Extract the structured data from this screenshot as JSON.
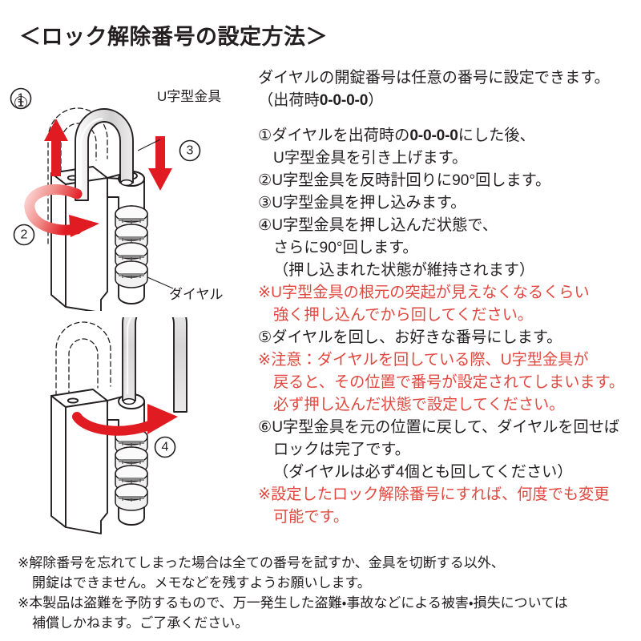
{
  "title": "＜ロック解除番号の設定方法＞",
  "colors": {
    "text": "#231f20",
    "red_text": "#e0483f",
    "arrow_red": "#e11b22",
    "arrow_red_light": "#f6b6b3",
    "metal_gray": "#dcdcdc",
    "body_white": "#ffffff",
    "outline": "#231f20"
  },
  "figures": {
    "top": {
      "name": "padlock-step-1-2-3",
      "labels": {
        "shackle": "U字型金具",
        "dial": "ダイヤル"
      },
      "callouts": [
        {
          "id": "step-1",
          "marker": "①",
          "arrow": "up",
          "meaning": "pull shackle up"
        },
        {
          "id": "step-2",
          "marker": "②",
          "arrow": "rotate-ccw",
          "meaning": "rotate shackle 90 degrees counter-clockwise"
        },
        {
          "id": "step-3",
          "marker": "③",
          "arrow": "down",
          "meaning": "push shackle down"
        }
      ],
      "dial_count": 4
    },
    "bottom": {
      "name": "padlock-step-4",
      "callouts": [
        {
          "id": "step-4",
          "marker": "④",
          "arrow": "rotate-cw",
          "meaning": "rotate a further 90 degrees while pressed in"
        }
      ],
      "dial_count": 4
    }
  },
  "instructions": {
    "intro": {
      "line1": "ダイヤルの開錠番号は任意の番号に設定できます。",
      "line2_pre": "（出荷時",
      "line2_code": "0-0-0-0",
      "line2_post": "）"
    },
    "steps": [
      {
        "marker": "①",
        "line_pre": "ダイヤルを出荷時の",
        "code": "0-0-0-0",
        "line_post": "にした後、",
        "cont": [
          "U字型金具を引き上げます。"
        ]
      },
      {
        "marker": "②",
        "line_pre": "U字型金具を反時計回りに90°回します。",
        "code": "",
        "line_post": "",
        "cont": []
      },
      {
        "marker": "③",
        "line_pre": "U字型金具を押し込みます。",
        "code": "",
        "line_post": "",
        "cont": []
      },
      {
        "marker": "④",
        "line_pre": "U字型金具を押し込んだ状態で、",
        "code": "",
        "line_post": "",
        "cont": [
          "さらに90°回します。",
          "（押し込まれた状態が維持されます）"
        ]
      }
    ],
    "note1": {
      "line1": "※U字型金具の根元の突起が見えなくなるくらい",
      "line2": "強く押し込んでから回してください。"
    },
    "step5": {
      "marker": "⑤",
      "text": "ダイヤルを回し、お好きな番号にします。"
    },
    "note2": {
      "line1": "※注意：ダイヤルを回している際、U字型金具が",
      "line2": "戻ると、その位置で番号が設定されてしまいます。",
      "line3": "必ず押し込んだ状態で設定してください。"
    },
    "step6": {
      "marker": "⑥",
      "line1": "U字型金具を元の位置に戻して、ダイヤルを回せば",
      "line2": "ロックは完了です。",
      "line3": "（ダイヤルは必ず4個とも回してください）"
    },
    "note3": {
      "line1": "※設定したロック解除番号にすれば、何度でも変更",
      "line2": "可能です。"
    }
  },
  "footer": {
    "note1_line1": "※解除番号を忘れてしまった場合は全ての番号を試すか、金具を切断する以外、",
    "note1_line2": "開錠はできません。メモなどを残すようお願いします。",
    "note2_line1": "※本製品は盗難を予防するもので、万一発生した盗難・事故などによる被害・損失については",
    "note2_line2": "補償しかねます。ご了承ください。"
  }
}
